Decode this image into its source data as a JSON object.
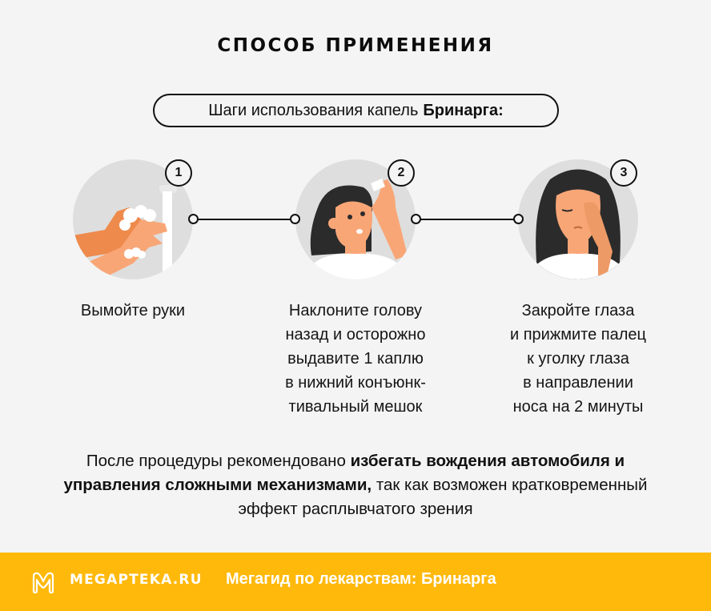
{
  "header": {
    "title": "СПОСОБ ПРИМЕНЕНИЯ",
    "subtitle_regular": "Шаги использования капель",
    "subtitle_bold": "Бринарга:"
  },
  "steps": [
    {
      "number": "1",
      "icon": "hand-washing-illustration",
      "caption_lines": [
        "Вымойте руки"
      ]
    },
    {
      "number": "2",
      "icon": "woman-applying-eye-drops-illustration",
      "caption_lines": [
        "Наклоните голову",
        "назад и осторожно",
        "выдавите 1 каплю",
        "в нижний конъюнк-",
        "тивальный мешок"
      ]
    },
    {
      "number": "3",
      "icon": "woman-pressing-eye-corner-illustration",
      "caption_lines": [
        "Закройте глаза",
        "и прижмите палец",
        "к уголку глаза",
        "в направлении",
        "носа на 2 минуты"
      ]
    }
  ],
  "note": {
    "part1": "После процедуры рекомендовано ",
    "bold": "избегать вождения автомобиля и управления сложными механизмами,",
    "part2": " так как возможен кратковременный эффект расплывчатого зрения"
  },
  "footer": {
    "logo_icon": "megapteka-m-logo",
    "logo_text": "MEGAPTEKA.RU",
    "text": "Мегагид по лекарствам: Бринарга",
    "background_color": "#ffb90b"
  },
  "colors": {
    "background": "#f4f4f4",
    "circle_bg": "#dedede",
    "skin": "#f9a677",
    "skin_dark": "#ee8a4c",
    "hair": "#2b2b2b",
    "accent": "#ffb90b"
  }
}
